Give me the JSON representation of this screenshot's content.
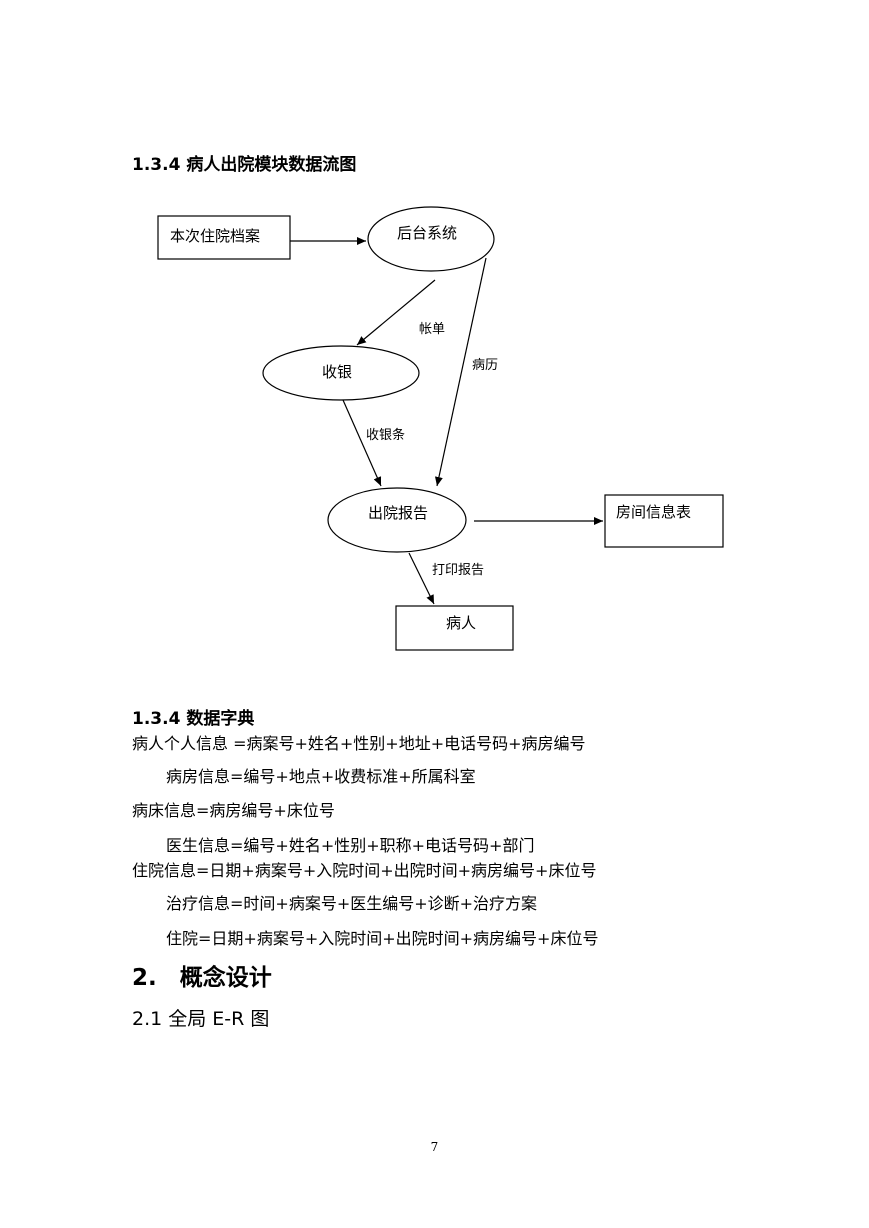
{
  "section_dfd": {
    "title": "1.3.4 病人出院模块数据流图"
  },
  "diagram": {
    "nodes": {
      "archive": "本次住院档案",
      "backend": "后台系统",
      "cashier": "收银",
      "report": "出院报告",
      "room_table": "房间信息表",
      "patient": "病人"
    },
    "flows": {
      "bill": "帐单",
      "record": "病历",
      "receipt": "收银条",
      "print_report": "打印报告"
    }
  },
  "section_dict": {
    "title": "1.3.4 数据字典",
    "entries": [
      "病人个人信息 =病案号+姓名+性别+地址+电话号码+病房编号",
      "病房信息=编号+地点+收费标准+所属科室",
      "病床信息=病房编号+床位号",
      "医生信息=编号+姓名+性别+职称+电话号码+部门",
      "住院信息=日期+病案号+入院时间+出院时间+病房编号+床位号",
      "治疗信息=时间+病案号+医生编号+诊断+治疗方案",
      "住院=日期+病案号+入院时间+出院时间+病房编号+床位号"
    ]
  },
  "section_concept": {
    "title": "2.　概念设计"
  },
  "section_er": {
    "title": "2.1 全局 E-R 图"
  },
  "page_number": "7"
}
